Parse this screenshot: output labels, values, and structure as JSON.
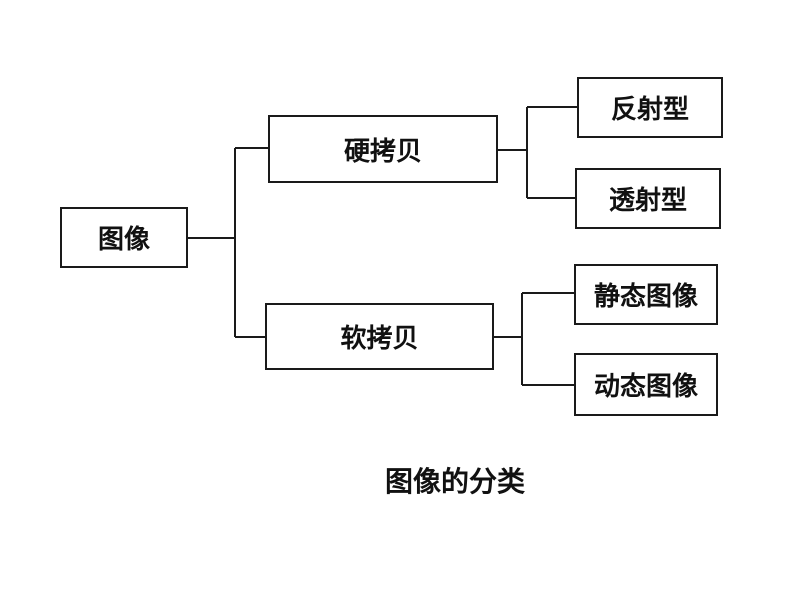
{
  "diagram": {
    "root": "图像",
    "branches": [
      {
        "label": "硬拷贝",
        "children": [
          "反射型",
          "透射型"
        ]
      },
      {
        "label": "软拷贝",
        "children": [
          "静态图像",
          "动态图像"
        ]
      }
    ],
    "caption": "图像的分类"
  }
}
